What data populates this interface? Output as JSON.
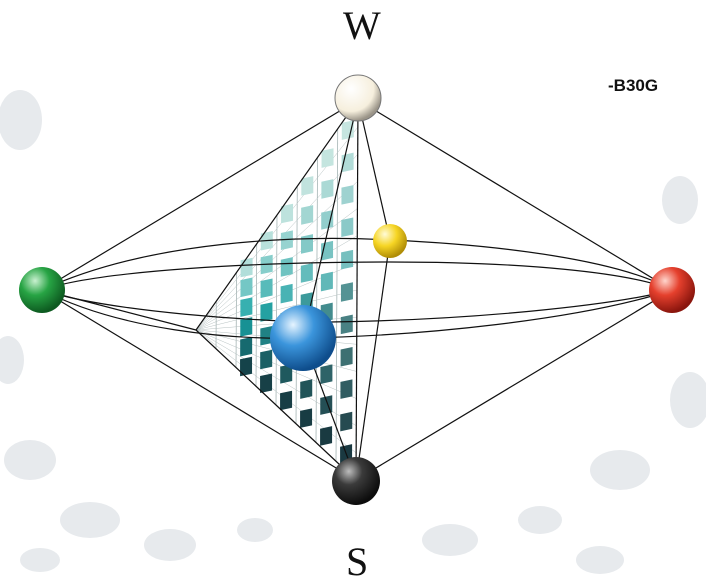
{
  "labels": {
    "top": "W",
    "bottom": "S",
    "hue_code": "-B30G"
  },
  "colors": {
    "background_blob": "#e6e9ec",
    "white_pole": "#fbf6ea",
    "black_pole": "#2a2a2a",
    "green": "#1f9a3c",
    "yellow": "#f5d21c",
    "red": "#e0342a",
    "blue": "#2a86d2",
    "line": "#111111",
    "swatch_light": "#cfe8e4",
    "swatch_mid": "#1fa3a6",
    "swatch_dark": "#16333a"
  },
  "nodes": [
    {
      "id": "white-pole",
      "color_key": "white_pole",
      "size": "large"
    },
    {
      "id": "black-pole",
      "color_key": "black_pole",
      "size": "large"
    },
    {
      "id": "green-pole",
      "color_key": "green",
      "size": "large"
    },
    {
      "id": "red-pole",
      "color_key": "red",
      "size": "large"
    },
    {
      "id": "yellow-pole",
      "color_key": "yellow",
      "size": "small"
    },
    {
      "id": "blue-pole",
      "color_key": "blue",
      "size": "xlarge"
    }
  ]
}
